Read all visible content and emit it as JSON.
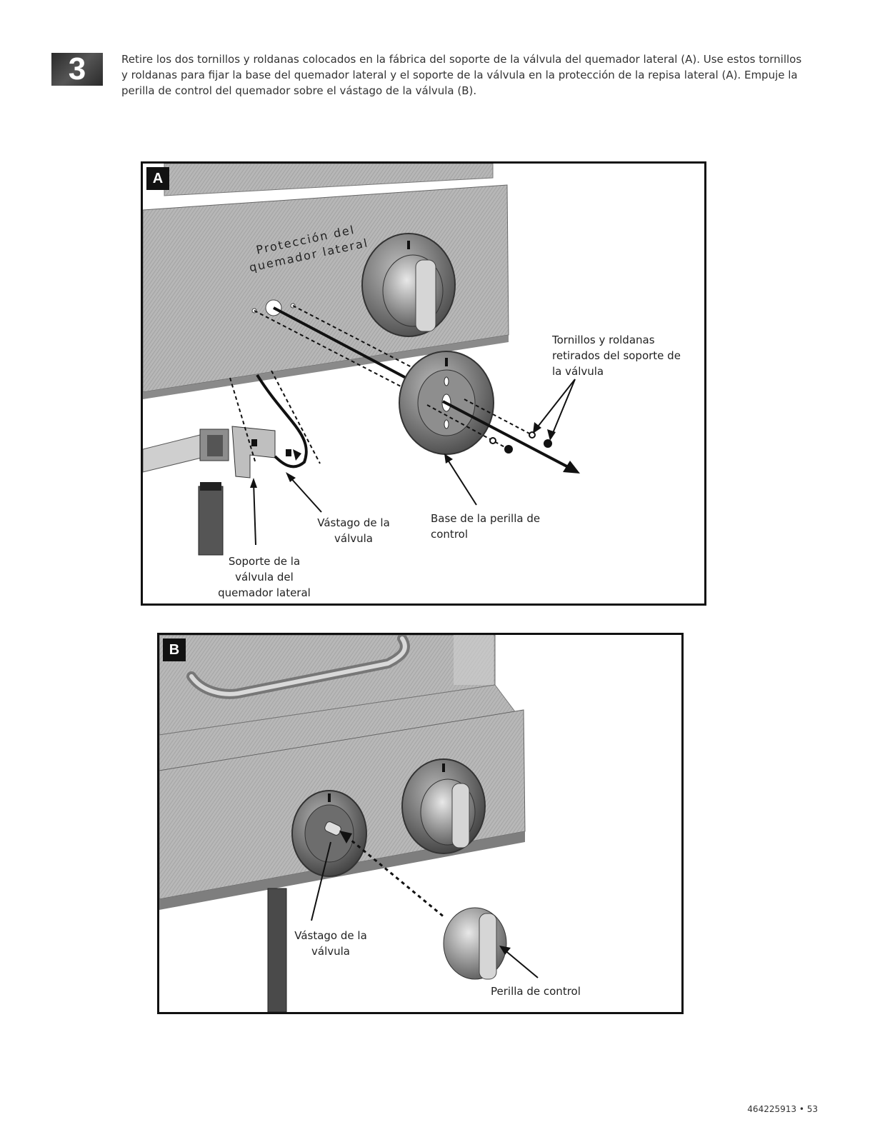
{
  "step": {
    "number": "3",
    "instruction": "Retire los dos tornillos y roldanas colocados en la fábrica del soporte de la válvula del quemador lateral (A). Use estos tornillos y roldanas para fijar la base del quemador lateral y el soporte de la válvula en la protección de la repisa lateral (A). Empuje la perilla de control del quemador sobre el vástago de la válvula (B)."
  },
  "panel_a": {
    "letter": "A",
    "labels": {
      "shield": "Protección del\nquemador lateral",
      "screws": "Tornillos y roldanas\nretirados del soporte de\nla válvula",
      "knob_base": "Base de la perilla de\ncontrol",
      "valve_stem": "Vástago de la\nválvula",
      "valve_bracket": "Soporte de la\nválvula del\nquemador lateral"
    }
  },
  "panel_b": {
    "letter": "B",
    "labels": {
      "valve_stem": "Vástago de la\nválvula",
      "control_knob": "Perilla de control"
    }
  },
  "footer": {
    "page_number": "464225913 • 53"
  }
}
